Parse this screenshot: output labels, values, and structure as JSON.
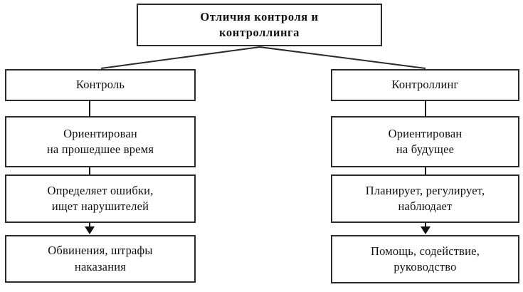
{
  "diagram": {
    "title_node": {
      "text": "Отличия контроля и\nконтроллинга"
    },
    "branches": [
      {
        "heading": "Контроль",
        "steps": [
          "Ориентирован\nна прошедшее время",
          "Определяет ошибки,\nищет нарушителей",
          "Обвинения, штрафы\nнаказания"
        ]
      },
      {
        "heading": "Контроллинг",
        "steps": [
          "Ориентирован\nна будущее",
          "Планирует, регулирует,\nнаблюдает",
          "Помощь, содействие,\nруководство"
        ]
      }
    ],
    "colors": {
      "line": "#2b2b2b",
      "text": "#101010",
      "background": "#ffffff"
    }
  }
}
